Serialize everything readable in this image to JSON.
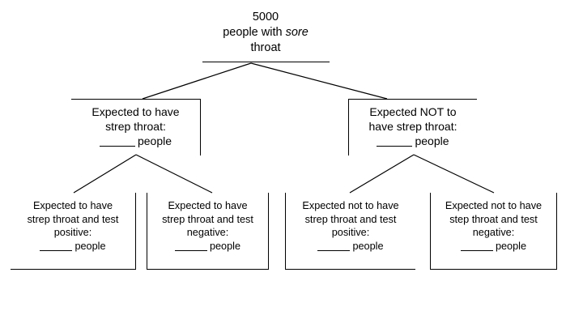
{
  "diagram": {
    "type": "expected-frequency-tree",
    "root": {
      "count": "5000",
      "line2_prefix": "people with ",
      "line2_emphasis": "sore",
      "line3": "throat"
    },
    "level2": [
      {
        "id": "expected-strep",
        "line1": "Expected to have",
        "line2": "strep throat:",
        "blank_label": "people"
      },
      {
        "id": "expected-not-strep",
        "line1": "Expected NOT to",
        "line2": "have strep throat:",
        "blank_label": "people"
      }
    ],
    "leaves": [
      {
        "id": "strep-test-positive",
        "line1": "Expected to have",
        "line2": "strep throat and test",
        "line3": "positive:",
        "blank_label": "people"
      },
      {
        "id": "strep-test-negative",
        "line1": "Expected to have",
        "line2": "strep throat and test",
        "line3": "negative:",
        "blank_label": "people"
      },
      {
        "id": "not-strep-test-positive",
        "line1": "Expected not to have",
        "line2": "strep throat and test",
        "line3": "positive:",
        "blank_label": "people"
      },
      {
        "id": "not-strep-test-negative",
        "line1": "Expected not to have",
        "line2": "step throat and test",
        "line3": "negative:",
        "blank_label": "people"
      }
    ],
    "colors": {
      "stroke": "#000000",
      "text": "#000000",
      "background": "#ffffff"
    }
  }
}
